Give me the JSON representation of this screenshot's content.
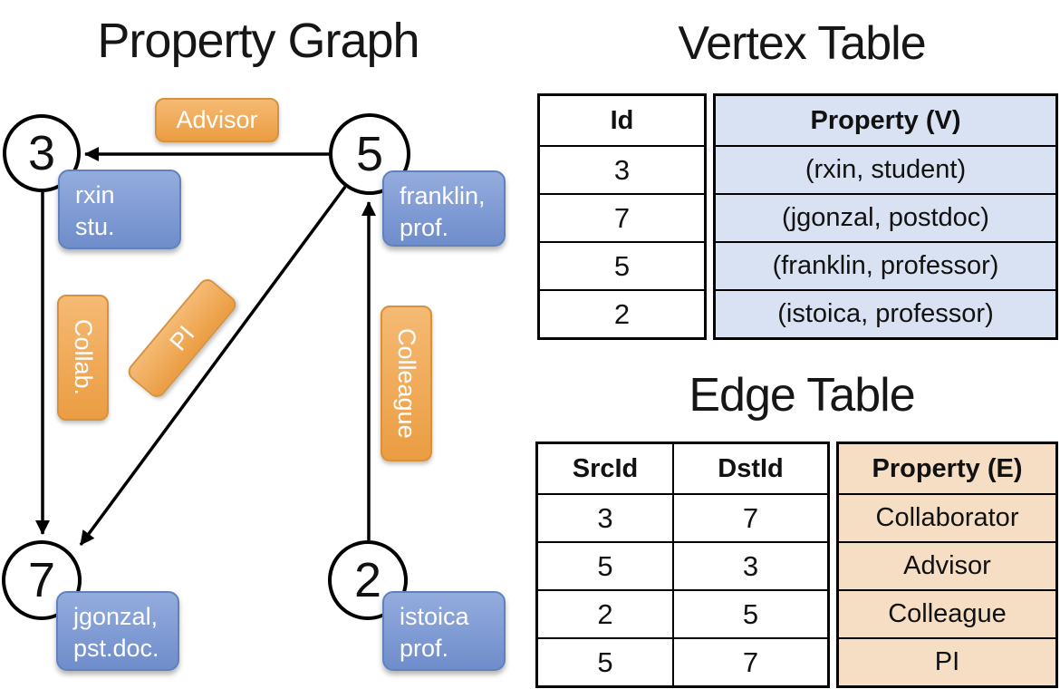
{
  "graph": {
    "title": "Property Graph",
    "nodes": [
      {
        "id": "3",
        "property_lines": [
          "rxin",
          "stu."
        ]
      },
      {
        "id": "5",
        "property_lines": [
          "franklin,",
          "prof."
        ]
      },
      {
        "id": "7",
        "property_lines": [
          "jgonzal,",
          "pst.doc."
        ]
      },
      {
        "id": "2",
        "property_lines": [
          "istoica",
          "prof."
        ]
      }
    ],
    "edge_labels": {
      "advisor": "Advisor",
      "collab": "Collab.",
      "pi": "PI",
      "colleague": "Colleague"
    },
    "edges": [
      {
        "from": "5",
        "to": "3",
        "label": "Advisor"
      },
      {
        "from": "3",
        "to": "7",
        "label": "Collab."
      },
      {
        "from": "5",
        "to": "7",
        "label": "PI"
      },
      {
        "from": "2",
        "to": "5",
        "label": "Colleague"
      }
    ]
  },
  "vertex_table": {
    "title": "Vertex Table",
    "columns": {
      "id": "Id",
      "property": "Property (V)"
    },
    "rows": [
      {
        "id": "3",
        "property": "(rxin, student)"
      },
      {
        "id": "7",
        "property": "(jgonzal, postdoc)"
      },
      {
        "id": "5",
        "property": "(franklin, professor)"
      },
      {
        "id": "2",
        "property": "(istoica, professor)"
      }
    ]
  },
  "edge_table": {
    "title": "Edge Table",
    "columns": {
      "src": "SrcId",
      "dst": "DstId",
      "property": "Property (E)"
    },
    "rows": [
      {
        "src": "3",
        "dst": "7",
        "property": "Collaborator"
      },
      {
        "src": "5",
        "dst": "3",
        "property": "Advisor"
      },
      {
        "src": "2",
        "dst": "5",
        "property": "Colleague"
      },
      {
        "src": "5",
        "dst": "7",
        "property": "PI"
      }
    ]
  },
  "colors": {
    "edge_label_fill": "#eb9d42",
    "vertex_property_fill": "#7f9bd3",
    "vertex_table_cell": "#d9e2f3",
    "edge_table_cell": "#f5dec4",
    "line": "#000000",
    "text_on_badge": "#ffffff"
  }
}
